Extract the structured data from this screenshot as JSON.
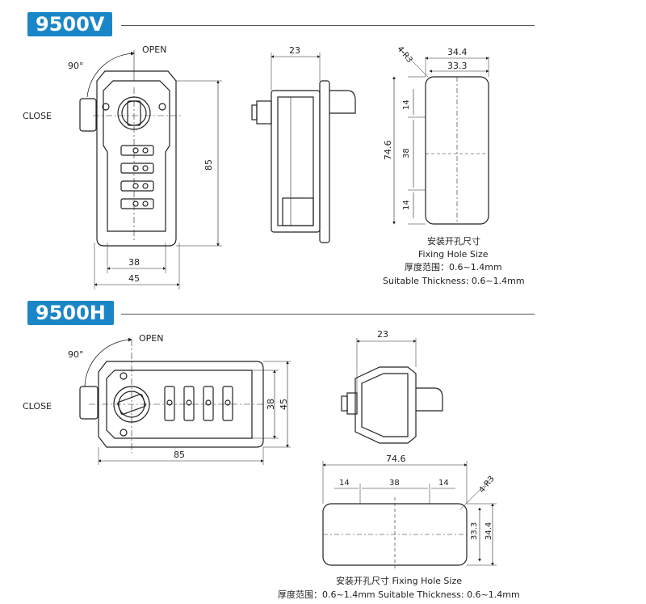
{
  "sections": [
    {
      "id": "9500V",
      "title": "9500V",
      "front": {
        "open_label": "OPEN",
        "angle_label": "90°",
        "close_label": "CLOSE",
        "dim_height": "85",
        "dim_inner_width": "38",
        "dim_width": "45"
      },
      "side": {
        "dim_depth": "23"
      },
      "hole": {
        "dim_outer": "34.4",
        "dim_inner": "33.3",
        "dim_radius": "4-R3",
        "dim_total": "74.6",
        "dim_top": "14",
        "dim_mid": "38",
        "dim_bottom": "14",
        "caption_cn": "安装开孔尺寸",
        "caption_en": "Fixing Hole Size",
        "thickness_cn": "厚度范围：0.6~1.4mm",
        "thickness_en": "Suitable Thickness: 0.6~1.4mm"
      }
    },
    {
      "id": "9500H",
      "title": "9500H",
      "front": {
        "open_label": "OPEN",
        "angle_label": "90°",
        "close_label": "CLOSE",
        "dim_width": "85",
        "dim_inner_height": "38",
        "dim_height": "45"
      },
      "side": {
        "dim_depth": "23"
      },
      "hole": {
        "dim_total": "74.6",
        "dim_left": "14",
        "dim_mid": "38",
        "dim_right": "14",
        "dim_radius": "4-R3",
        "dim_inner": "33.3",
        "dim_outer": "34.4",
        "caption": "安装开孔尺寸 Fixing Hole Size",
        "thickness": "厚度范围：0.6~1.4mm Suitable Thickness: 0.6~1.4mm"
      }
    }
  ]
}
